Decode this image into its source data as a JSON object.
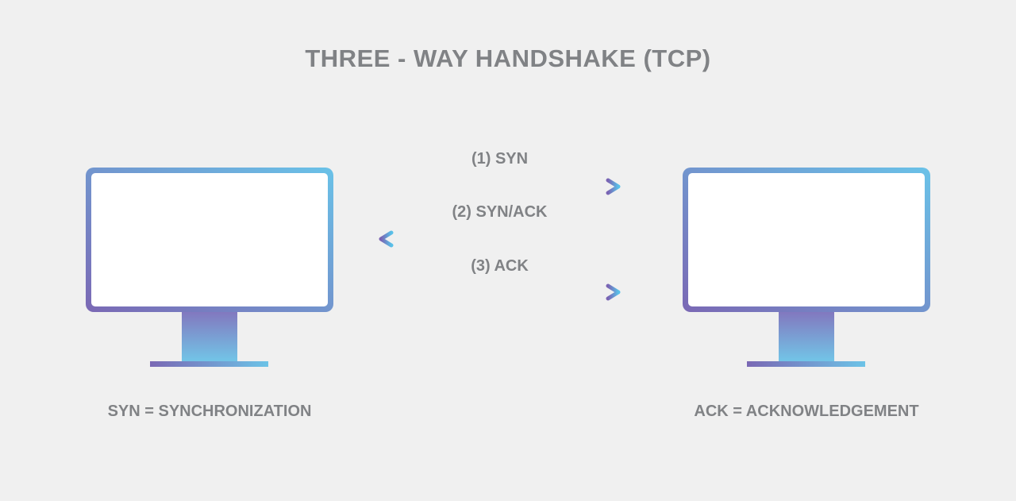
{
  "title": "THREE - WAY HANDSHAKE (TCP)",
  "messages": [
    {
      "step": "(1) SYN",
      "direction": "right"
    },
    {
      "step": "(2) SYN/ACK",
      "direction": "left"
    },
    {
      "step": "(3) ACK",
      "direction": "right"
    }
  ],
  "legend": {
    "left": "SYN = SYNCHRONIZATION",
    "right": "ACK = ACKNOWLEDGEMENT"
  },
  "colors": {
    "purple": "#7a68b4",
    "blue": "#5dc0e8",
    "background": "#f0f0f0",
    "text": "#808285",
    "screen": "#ffffff"
  }
}
